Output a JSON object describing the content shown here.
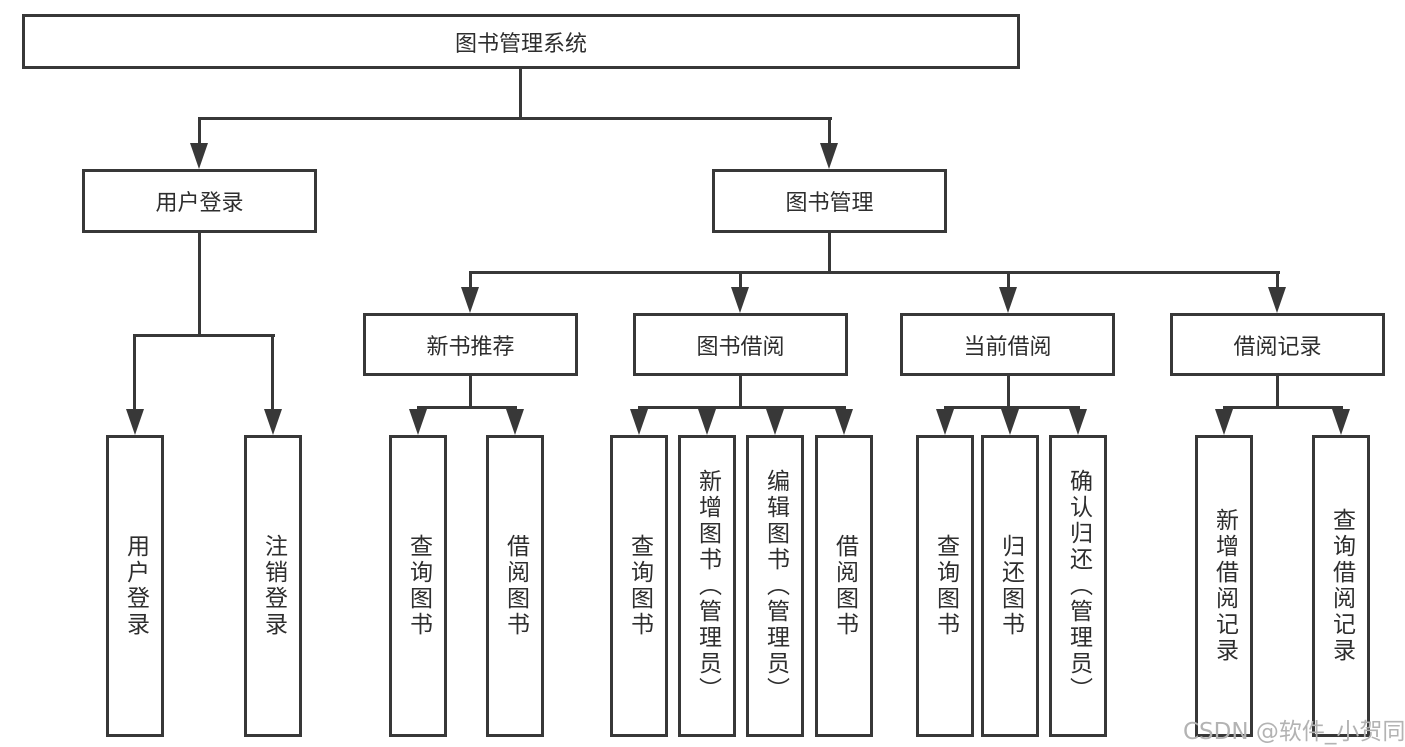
{
  "diagram": {
    "title": "图书管理系统",
    "root": {
      "label": "图书管理系统"
    },
    "level1": [
      {
        "id": "user-login",
        "label": "用户登录"
      },
      {
        "id": "book-management",
        "label": "图书管理"
      }
    ],
    "level2": [
      {
        "id": "new-book-recommend",
        "label": "新书推荐",
        "parent": "book-management"
      },
      {
        "id": "book-borrow",
        "label": "图书借阅",
        "parent": "book-management"
      },
      {
        "id": "current-borrow",
        "label": "当前借阅",
        "parent": "book-management"
      },
      {
        "id": "borrow-records",
        "label": "借阅记录",
        "parent": "book-management"
      }
    ],
    "leaves": [
      {
        "label": "用户登录",
        "parent": "user-login"
      },
      {
        "label": "注销登录",
        "parent": "user-login"
      },
      {
        "label": "查询图书",
        "parent": "new-book-recommend"
      },
      {
        "label": "借阅图书",
        "parent": "new-book-recommend"
      },
      {
        "label": "查询图书",
        "parent": "book-borrow"
      },
      {
        "label": "新增图书（管理员）",
        "parent": "book-borrow"
      },
      {
        "label": "编辑图书（管理员）",
        "parent": "book-borrow"
      },
      {
        "label": "借阅图书",
        "parent": "book-borrow"
      },
      {
        "label": "查询图书",
        "parent": "current-borrow"
      },
      {
        "label": "归还图书",
        "parent": "current-borrow"
      },
      {
        "label": "确认归还（管理员）",
        "parent": "current-borrow"
      },
      {
        "label": "新增借阅记录",
        "parent": "borrow-records"
      },
      {
        "label": "查询借阅记录",
        "parent": "borrow-records"
      }
    ]
  },
  "watermark": "CSDN @软件_小贺同学",
  "colors": {
    "line": "#383838",
    "text": "#2e2e2e",
    "watermark": "#b3b3b3",
    "background": "#ffffff"
  }
}
